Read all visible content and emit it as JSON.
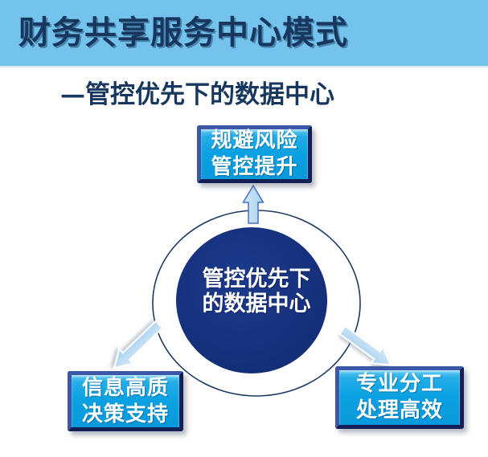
{
  "header": {
    "title": "财务共享服务中心模式"
  },
  "subtitle": "—管控优先下的数据中心",
  "diagram": {
    "center": {
      "line1": "管控优先下",
      "line2": "的数据中心"
    },
    "nodes": [
      {
        "id": "top",
        "line1": "规避风险",
        "line2": "管控提升"
      },
      {
        "id": "bottom-left",
        "line1": "信息高质",
        "line2": "决策支持"
      },
      {
        "id": "bottom-right",
        "line1": "专业分工",
        "line2": "处理高效"
      }
    ],
    "arrows": [
      "up-arrow",
      "down-left-arrow",
      "down-right-arrow"
    ]
  },
  "colors": {
    "header_bg": "#74C3EC",
    "title_text": "#17375E",
    "box_fill": "#0AA1E2",
    "box_border": "#1B2A66",
    "circle_fill": "#16317D",
    "ring_stroke": "#1F3864",
    "arrow_fill": "#BCDCF4",
    "text_on_blue": "#FFFFFF"
  }
}
